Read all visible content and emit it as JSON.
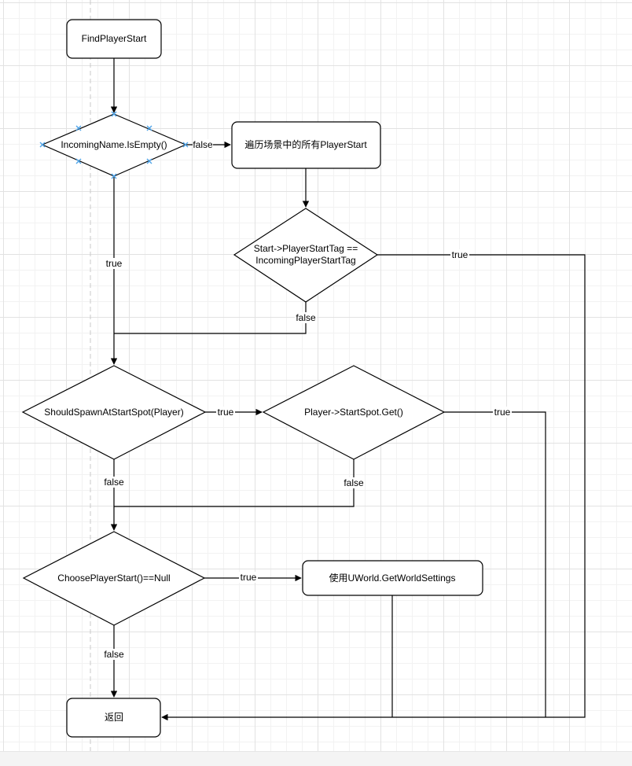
{
  "nodes": {
    "find_player_start": "FindPlayerStart",
    "incoming_name_empty": "IncomingName.IsEmpty()",
    "iterate_player_starts": "遍历场景中的所有PlayerStart",
    "tag_compare_line1": "Start->PlayerStartTag ==",
    "tag_compare_line2": "IncomingPlayerStartTag",
    "should_spawn": "ShouldSpawnAtStartSpot(Player)",
    "start_spot_get": "Player->StartSpot.Get()",
    "choose_player_start": "ChoosePlayerStart()==Null",
    "world_settings": "使用UWorld.GetWorldSettings",
    "return": "返回"
  },
  "edges": {
    "empty_false": "false",
    "empty_true": "true",
    "tag_true": "true",
    "tag_false": "false",
    "spawn_true": "true",
    "spawn_false": "false",
    "spot_true": "true",
    "spot_false": "false",
    "choose_true": "true",
    "choose_false": "false"
  },
  "colors": {
    "stroke": "#000000",
    "fill": "#ffffff",
    "selection_handle": "#4da3e8",
    "grid_major": "#e2e2e2",
    "grid_minor": "#f2f2f2"
  }
}
